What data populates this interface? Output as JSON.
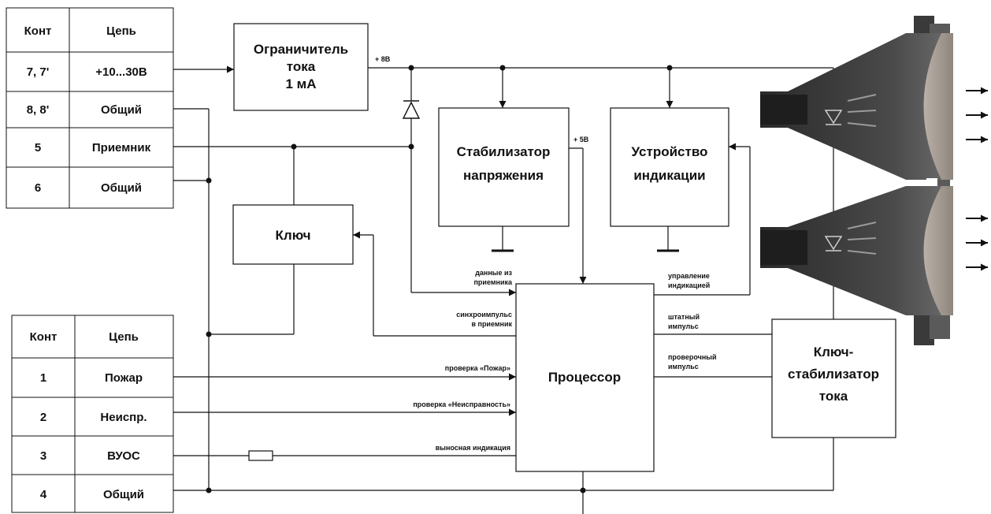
{
  "table_top": {
    "header": {
      "col1": "Конт",
      "col2": "Цепь"
    },
    "rows": [
      {
        "cont": "7, 7'",
        "circuit": "+10...30В"
      },
      {
        "cont": "8, 8'",
        "circuit": "Общий"
      },
      {
        "cont": "5",
        "circuit": "Приемник"
      },
      {
        "cont": "6",
        "circuit": "Общий"
      }
    ]
  },
  "table_bottom": {
    "header": {
      "col1": "Конт",
      "col2": "Цепь"
    },
    "rows": [
      {
        "cont": "1",
        "circuit": "Пожар"
      },
      {
        "cont": "2",
        "circuit": "Неиспр."
      },
      {
        "cont": "3",
        "circuit": "ВУОС"
      },
      {
        "cont": "4",
        "circuit": "Общий"
      }
    ]
  },
  "blocks": {
    "limiter": [
      "Ограничитель",
      "тока",
      "1 мА"
    ],
    "stabilizer": [
      "Стабилизатор",
      "напряжения"
    ],
    "indicator": [
      "Устройство",
      "индикации"
    ],
    "key": [
      "Ключ"
    ],
    "processor": [
      "Процессор"
    ],
    "current_key": [
      "Ключ-",
      "стабилизатор",
      "тока"
    ]
  },
  "signals": {
    "v8": "+ 8В",
    "v5": "+ 5В",
    "receiver_data": [
      "данные из",
      "приемника"
    ],
    "sync_pulse": [
      "синхроимпульс",
      "в приемник"
    ],
    "check_fire": "проверка «Пожар»",
    "check_fault": "проверка «Неисправность»",
    "remote_ind": "выносная индикация",
    "ind_control": [
      "управление",
      "индикацией"
    ],
    "regular_pulse": [
      "штатный",
      "импульс"
    ],
    "test_pulse": [
      "проверочный",
      "импульс"
    ]
  }
}
